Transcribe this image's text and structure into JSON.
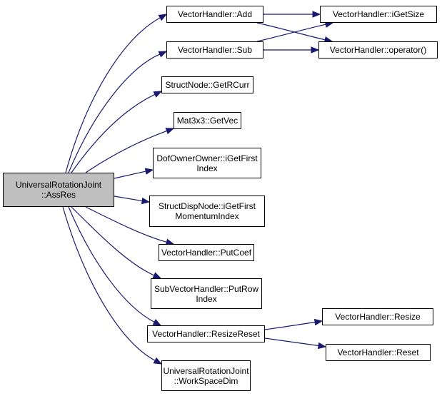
{
  "graph": {
    "type": "call-graph",
    "edge_color": "#191970",
    "root_fill": "#bfbfbf",
    "nodes": [
      {
        "id": "root",
        "lines": [
          "UniversalRotationJoint",
          "::AssRes"
        ],
        "root": true
      },
      {
        "id": "add",
        "lines": [
          "VectorHandler::Add"
        ]
      },
      {
        "id": "sub",
        "lines": [
          "VectorHandler::Sub"
        ]
      },
      {
        "id": "igetsize",
        "lines": [
          "VectorHandler::iGetSize"
        ]
      },
      {
        "id": "operator",
        "lines": [
          "VectorHandler::operator()"
        ]
      },
      {
        "id": "getrcurr",
        "lines": [
          "StructNode::GetRCurr"
        ]
      },
      {
        "id": "getvec",
        "lines": [
          "Mat3x3::GetVec"
        ]
      },
      {
        "id": "dofowner",
        "lines": [
          "DofOwnerOwner::iGetFirst",
          "Index"
        ]
      },
      {
        "id": "structdisp",
        "lines": [
          "StructDispNode::iGetFirst",
          "MomentumIndex"
        ]
      },
      {
        "id": "putcoef",
        "lines": [
          "VectorHandler::PutCoef"
        ]
      },
      {
        "id": "putrow",
        "lines": [
          "SubVectorHandler::PutRow",
          "Index"
        ]
      },
      {
        "id": "resizereset",
        "lines": [
          "VectorHandler::ResizeReset"
        ]
      },
      {
        "id": "workspacedim",
        "lines": [
          "UniversalRotationJoint",
          "::WorkSpaceDim"
        ]
      },
      {
        "id": "resize",
        "lines": [
          "VectorHandler::Resize"
        ]
      },
      {
        "id": "reset",
        "lines": [
          "VectorHandler::Reset"
        ]
      }
    ],
    "edges": [
      [
        "root",
        "add"
      ],
      [
        "root",
        "sub"
      ],
      [
        "root",
        "getrcurr"
      ],
      [
        "root",
        "getvec"
      ],
      [
        "root",
        "dofowner"
      ],
      [
        "root",
        "structdisp"
      ],
      [
        "root",
        "putcoef"
      ],
      [
        "root",
        "putrow"
      ],
      [
        "root",
        "resizereset"
      ],
      [
        "root",
        "workspacedim"
      ],
      [
        "add",
        "igetsize"
      ],
      [
        "add",
        "operator"
      ],
      [
        "sub",
        "igetsize"
      ],
      [
        "sub",
        "operator"
      ],
      [
        "resizereset",
        "resize"
      ],
      [
        "resizereset",
        "reset"
      ]
    ]
  }
}
